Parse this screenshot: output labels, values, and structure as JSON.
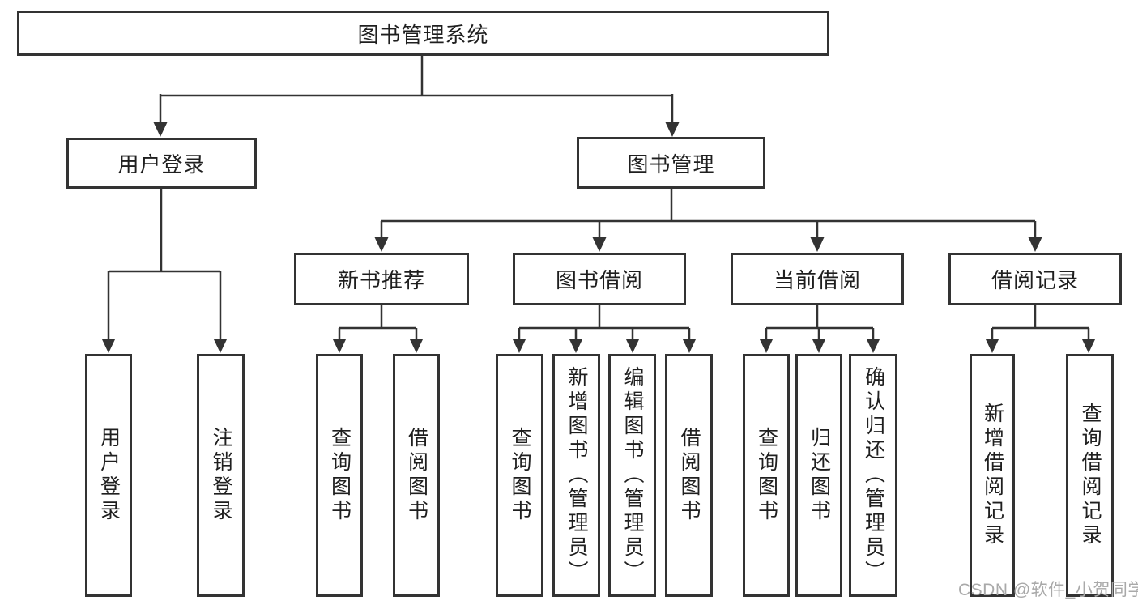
{
  "tree": {
    "root": {
      "label": "图书管理系统"
    },
    "l2": [
      {
        "label": "用户登录",
        "leaves": [
          {
            "label": "用户登录"
          },
          {
            "label": "注销登录"
          }
        ]
      },
      {
        "label": "图书管理",
        "groups": [
          {
            "label": "新书推荐",
            "leaves": [
              {
                "label": "查询图书"
              },
              {
                "label": "借阅图书"
              }
            ]
          },
          {
            "label": "图书借阅",
            "leaves": [
              {
                "label": "查询图书"
              },
              {
                "label": "新增图书（管理员）"
              },
              {
                "label": "编辑图书（管理员）"
              },
              {
                "label": "借阅图书"
              }
            ]
          },
          {
            "label": "当前借阅",
            "leaves": [
              {
                "label": "查询图书"
              },
              {
                "label": "归还图书"
              },
              {
                "label": "确认归还（管理员）"
              }
            ]
          },
          {
            "label": "借阅记录",
            "leaves": [
              {
                "label": "新增借阅记录"
              },
              {
                "label": "查询借阅记录"
              }
            ]
          }
        ]
      }
    ]
  },
  "watermark": {
    "text": "CSDN @软件_小贺同学"
  },
  "colors": {
    "line": "#333333",
    "text": "#1f1f1f",
    "watermark": "#a9a9a9",
    "background": "#ffffff"
  }
}
